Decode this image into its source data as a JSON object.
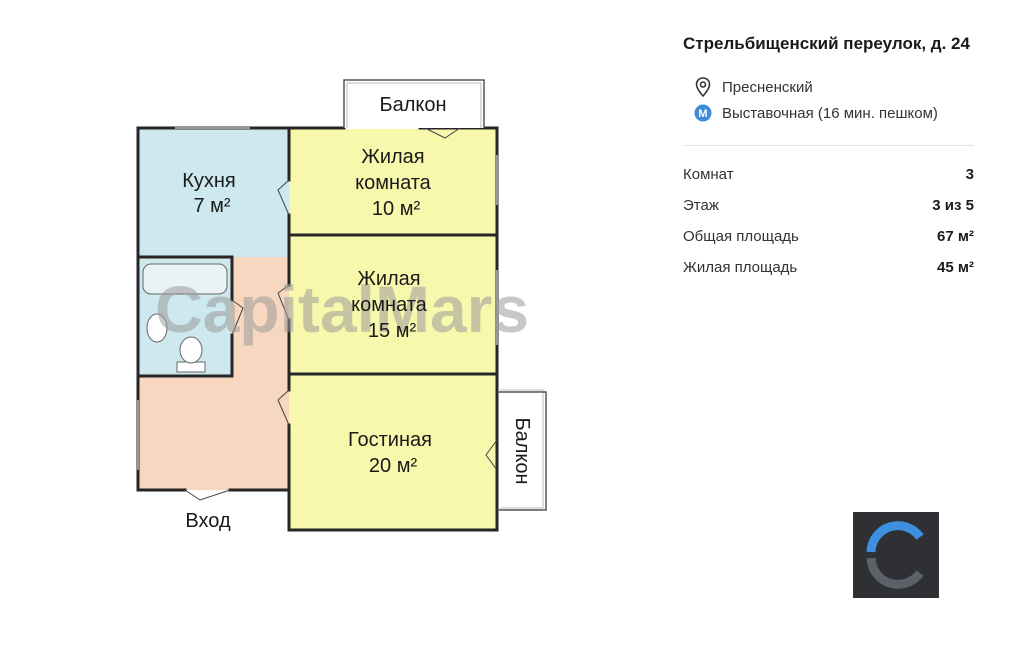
{
  "floor_plan": {
    "rooms": [
      {
        "name": "Кухня",
        "area": "7 м²"
      },
      {
        "name_line1": "Жилая",
        "name_line2": "комната",
        "area": "10 м²"
      },
      {
        "name_line1": "Жилая",
        "name_line2": "комната",
        "area": "15 м²"
      },
      {
        "name": "Гостиная",
        "area": "20 м²"
      }
    ],
    "balcony_top": "Балкон",
    "balcony_right": "Балкон",
    "entrance": "Вход",
    "watermark": "CapitalMars",
    "colors": {
      "kitchen": "#cde8ee",
      "living": "#f8f8ad",
      "hall": "#f7d7bf",
      "bathroom": "#cde8ee",
      "wall": "#262626"
    }
  },
  "listing": {
    "address": "Стрельбищенский переулок, д. 24",
    "district": "Пресненский",
    "metro": "Выставочная (16 мин. пешком)",
    "properties": [
      {
        "label": "Комнат",
        "value": "3"
      },
      {
        "label": "Этаж",
        "value": "3 из 5"
      },
      {
        "label": "Общая площадь",
        "value": "67 м²"
      },
      {
        "label": "Жилая площадь",
        "value": "45 м²"
      }
    ]
  },
  "icons": {
    "location": "location-pin-icon",
    "metro": "metro-icon",
    "logo": "capitalmars-logo"
  }
}
